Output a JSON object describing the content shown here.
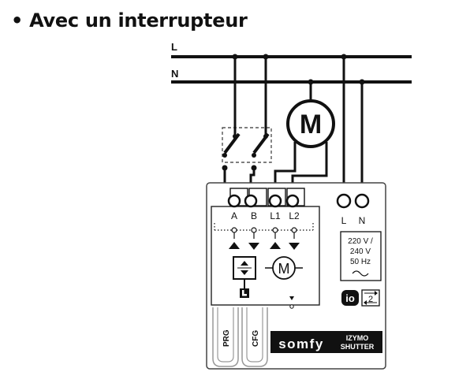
{
  "title": "• Avec un interrupteur",
  "lines": {
    "live": "L",
    "neutral": "N"
  },
  "motor_symbol": "M",
  "terminals": [
    "A",
    "B",
    "L1",
    "L2"
  ],
  "power_terminals": [
    "L",
    "N"
  ],
  "power_spec": [
    "220 V /",
    "240 V",
    "50 Hz"
  ],
  "buttons": [
    "PRG",
    "CFG"
  ],
  "brand": {
    "logo": "somfy",
    "product_line1": "IZYMO",
    "product_line2": "SHUTTER"
  },
  "io_badge": "io",
  "channel_badge": "2",
  "colors": {
    "ink": "#111111",
    "background": "#ffffff",
    "grey": "#dddddd"
  }
}
